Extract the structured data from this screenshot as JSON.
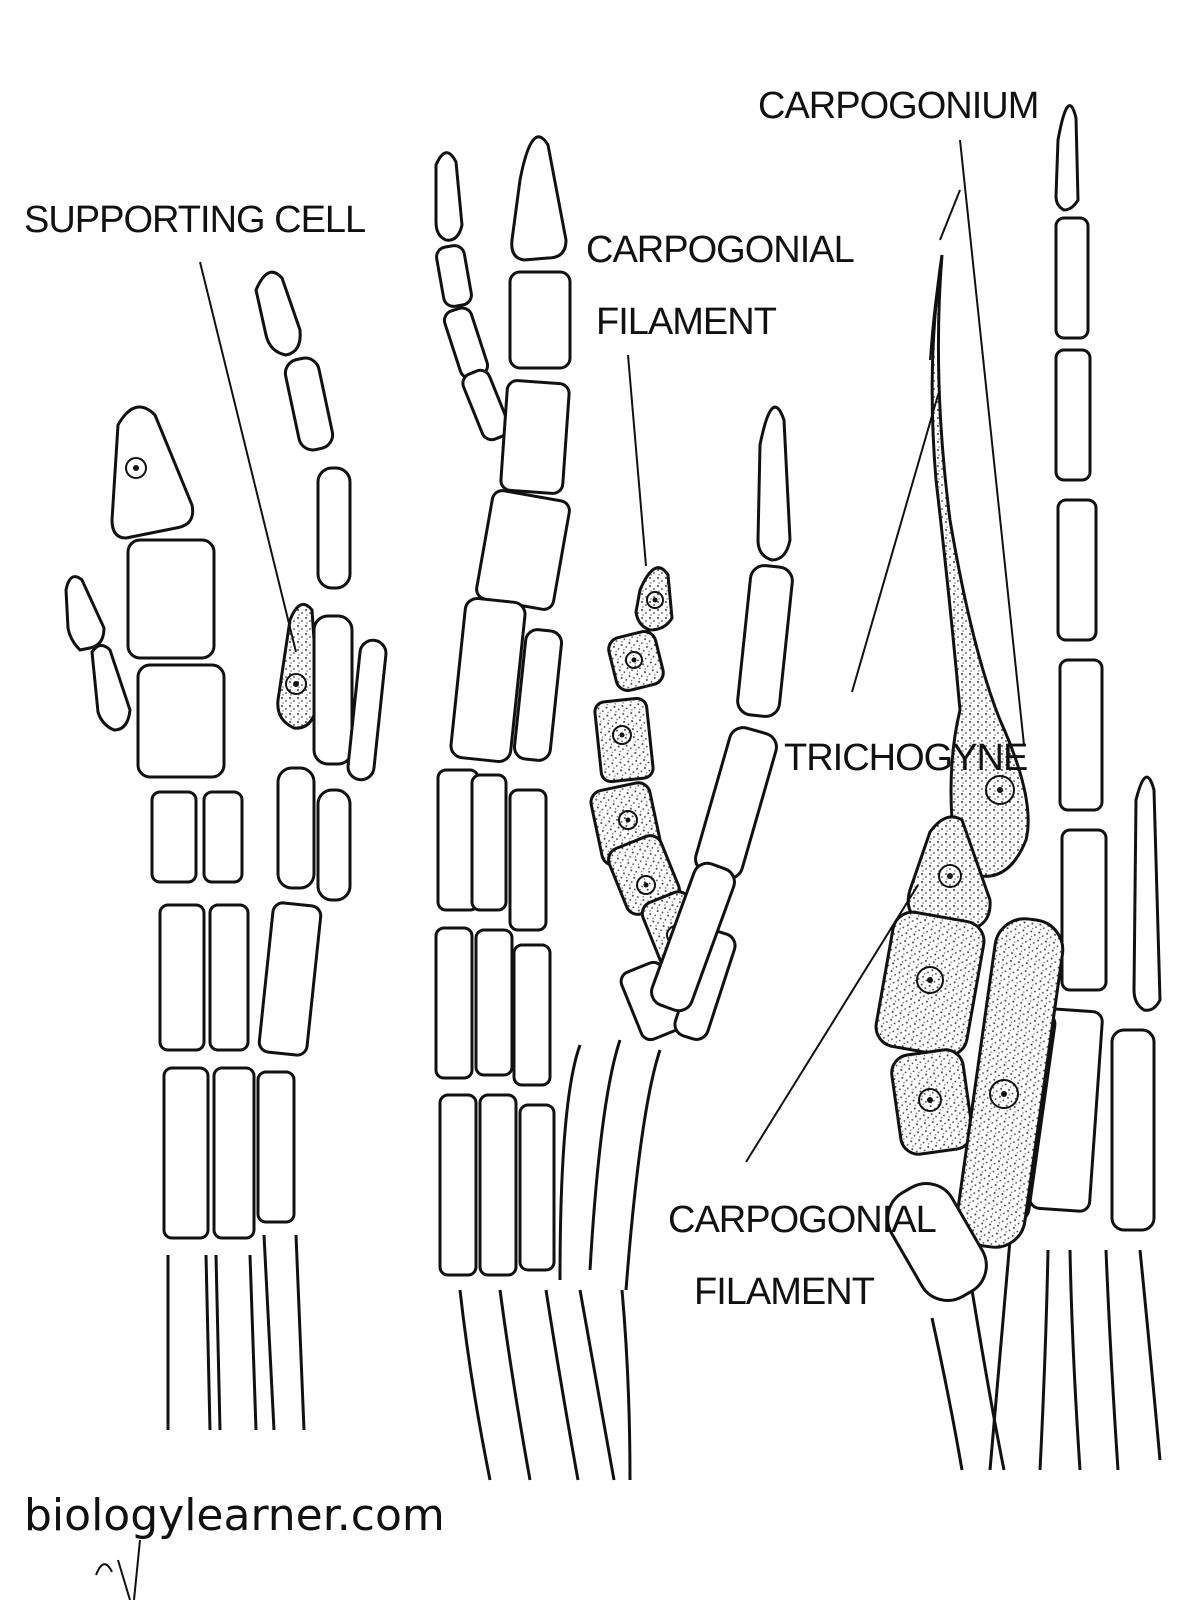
{
  "labels": {
    "supporting_cell": "SUPPORTING CELL",
    "carpogonial_filament_top_line1": "CARPOGONIAL",
    "carpogonial_filament_top_line2": "FILAMENT",
    "carpogonium": "CARPOGONIUM",
    "trichogyne": "TRICHOGYNE",
    "carpogonial_filament_bottom_line1": "CARPOGONIAL",
    "carpogonial_filament_bottom_line2": "FILAMENT"
  },
  "watermark": "biologylearner.com",
  "colors": {
    "ink": "#111111",
    "background": "#ffffff"
  }
}
